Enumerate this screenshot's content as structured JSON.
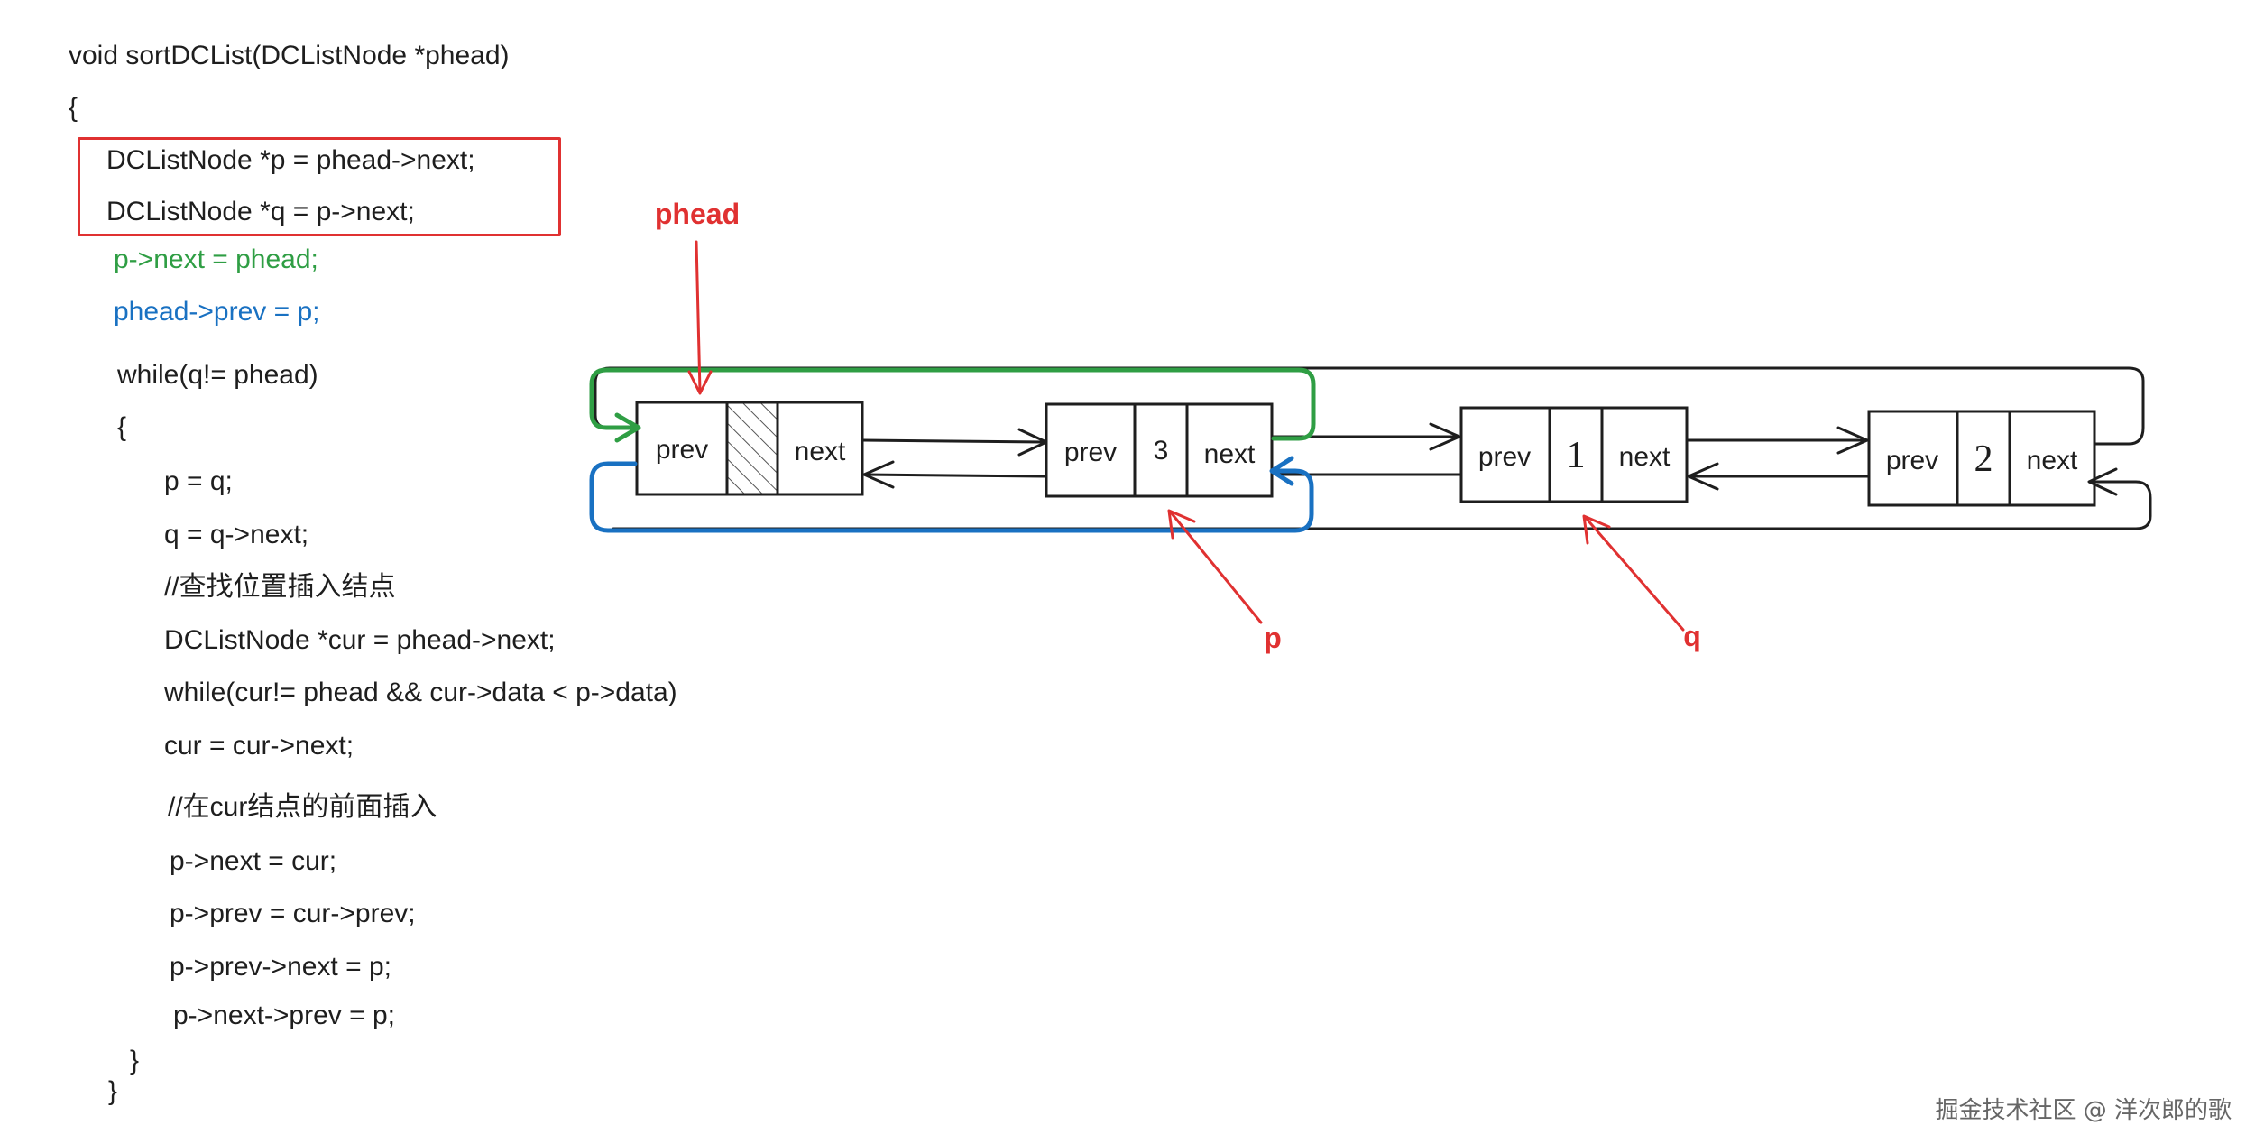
{
  "code": {
    "signature": "void sortDCList(DCListNode *phead)",
    "open_brace": "{",
    "decl_p": "DCListNode *p = phead->next;",
    "decl_q": "DCListNode *q = p->next;",
    "assign_next": "p->next = phead;",
    "assign_prev": "phead->prev = p;",
    "while_outer": "while(q!= phead)",
    "while_open": "{",
    "p_eq_q": "p = q;",
    "q_next": "q = q->next;",
    "comment_find": "//查找位置插入结点",
    "decl_cur": "DCListNode *cur = phead->next;",
    "while_inner": "while(cur!= phead && cur->data < p->data)",
    "cur_next": "cur = cur->next;",
    "comment_insert": "//在cur结点的前面插入",
    "p_next_cur": "p->next = cur;",
    "p_prev_cur": "p->prev = cur->prev;",
    "p_prev_next": "p->prev->next = p;",
    "p_next_prev": "p->next->prev = p;",
    "while_close": "}",
    "close_brace": "}"
  },
  "diagram": {
    "nodes": [
      {
        "prev": "prev",
        "data": "",
        "next": "next"
      },
      {
        "prev": "prev",
        "data": "3",
        "next": "next"
      },
      {
        "prev": "prev",
        "data": "1",
        "next": "next"
      },
      {
        "prev": "prev",
        "data": "2",
        "next": "next"
      }
    ],
    "labels": {
      "phead": "phead",
      "p": "p",
      "q": "q"
    }
  },
  "colors": {
    "red": "#e03131",
    "green": "#2f9e44",
    "blue": "#1971c2",
    "ink": "#1e1e1e"
  },
  "watermark": "掘金技术社区 @ 洋次郎的歌"
}
